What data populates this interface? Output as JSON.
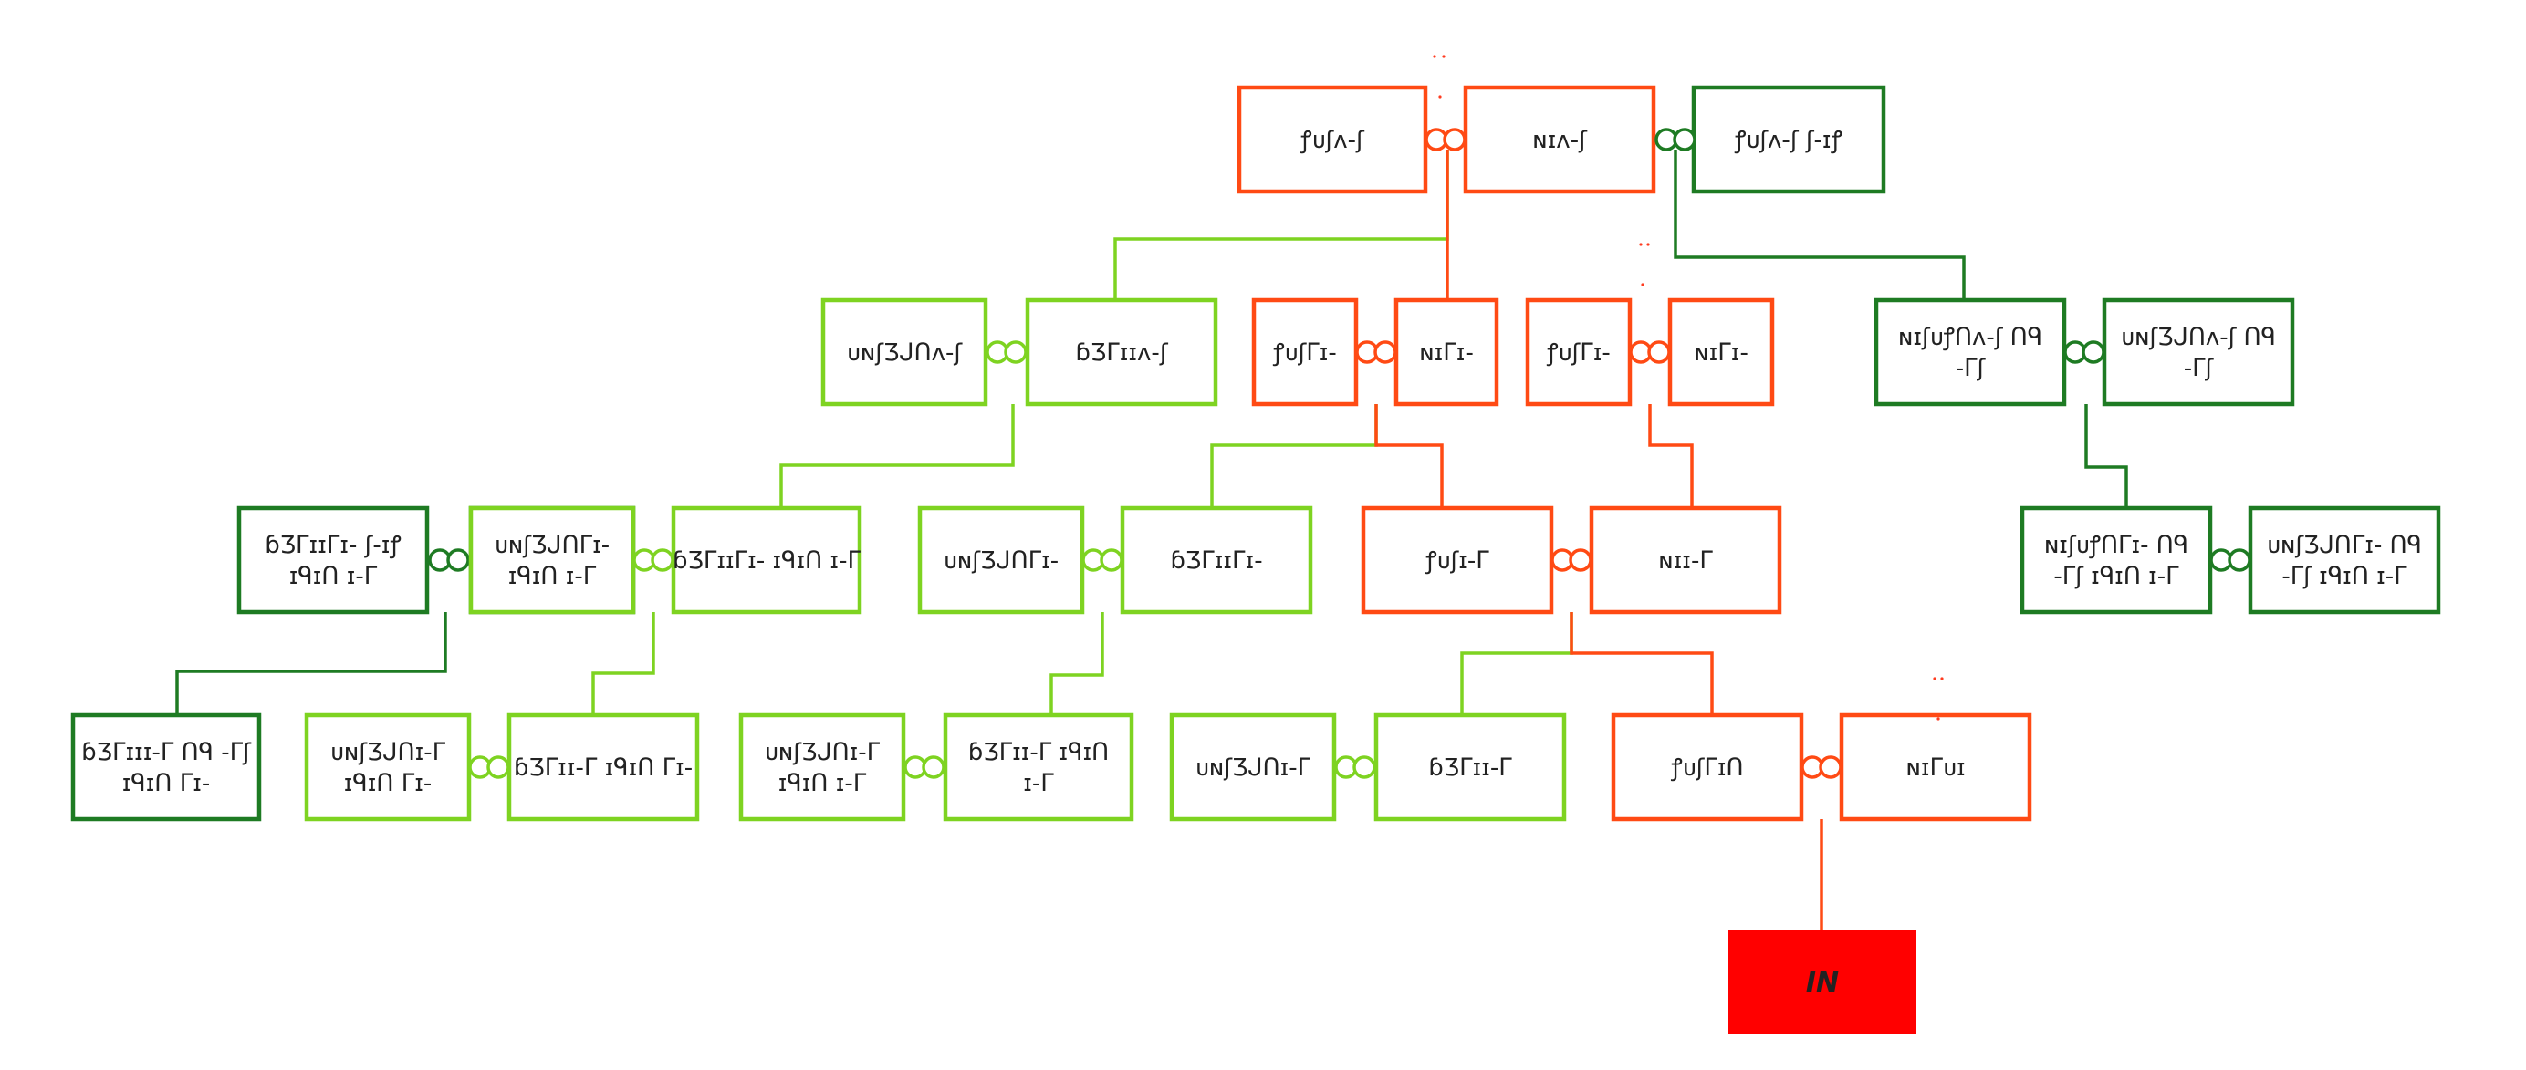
{
  "colors": {
    "red": "#ff4a14",
    "green_light": "#7ed321",
    "green_dark": "#1e7b23",
    "root_fill": "#ff0000",
    "dots": "#ff3b1f"
  },
  "root": {
    "label": "IN"
  },
  "couples": [
    {
      "id": "c0",
      "color": "red",
      "left": "ꝭᴜʃʌ-ʃ",
      "right": "ɴɪʌ-ʃ"
    },
    {
      "id": "c1",
      "color": "green_dark",
      "left": "ɴɪʌ-ʃ",
      "right": "ꝭᴜʃʌ-ʃ ʃ-ɪꝭ"
    },
    {
      "id": "c2",
      "color": "green_light",
      "left": "ᴜɴʃƷᒍᑎʌ-ʃ",
      "right": "ɓƷᒥɪɪʌ-ʃ"
    },
    {
      "id": "c3",
      "color": "red",
      "left": "ꝭᴜʃᒥɪ-",
      "right": "ɴɪᒥɪ-"
    },
    {
      "id": "c4",
      "color": "red",
      "left": "ꝭᴜʃᒥɪ-",
      "right": "ɴɪᒥɪ-"
    },
    {
      "id": "c5",
      "color": "green_dark",
      "left": "ɴɪʃᴜꝭᑎʌ-ʃ ᑎᑫ\n-ᒥʃ",
      "right": "ᴜɴʃƷᒍᑎʌ-ʃ ᑎᑫ\n-ᒥʃ"
    },
    {
      "id": "c6",
      "color": "green_dark",
      "left": "ɓƷᒥɪɪᒥɪ- ʃ-ɪꝭ\nɪᑫɪᑎ ɪ-ᒥ",
      "right": "ᴜɴʃƷᒍᑎᒥɪ-\nɪᑫɪᑎ ɪ-ᒥ"
    },
    {
      "id": "c7",
      "color": "green_light",
      "left": "ᴜɴʃƷᒍᑎᒥɪ-\nɪᑫɪᑎ ɪ-ᒥ",
      "right": "ɓƷᒥɪɪᒥɪ- ɪᑫɪᑎ ɪ-ᒥ"
    },
    {
      "id": "c8",
      "color": "green_light",
      "left": "ᴜɴʃƷᒍᑎᒥɪ-",
      "right": "ɓƷᒥɪɪᒥɪ-"
    },
    {
      "id": "c9",
      "color": "red",
      "left": "ꝭᴜʃɪ-ᒥ",
      "right": "ɴɪɪ-ᒥ"
    },
    {
      "id": "c10",
      "color": "green_dark",
      "left": "ɴɪʃᴜꝭᑎᒥɪ- ᑎᑫ\n-ᒥʃ ɪᑫɪᑎ ɪ-ᒥ",
      "right": "ᴜɴʃƷᒍᑎᒥɪ- ᑎᑫ\n-ᒥʃ ɪᑫɪᑎ ɪ-ᒥ"
    },
    {
      "id": "c11",
      "color": "green_dark",
      "left": "ɓƷᒥɪɪɪ-ᒥ ᑎᑫ -ᒥʃ\nɪᑫɪᑎ ᒥɪ-",
      "right": ""
    },
    {
      "id": "c12",
      "color": "green_light",
      "left": "ᴜɴʃƷᒍᑎɪ-ᒥ\nɪᑫɪᑎ ᒥɪ-",
      "right": "ɓƷᒥɪɪ-ᒥ ɪᑫɪᑎ ᒥɪ-"
    },
    {
      "id": "c13",
      "color": "green_light",
      "left": "ᴜɴʃƷᒍᑎɪ-ᒥ\nɪᑫɪᑎ ɪ-ᒥ",
      "right": "ɓƷᒥɪɪ-ᒥ ɪᑫɪᑎ\nɪ-ᒥ"
    },
    {
      "id": "c14",
      "color": "green_light",
      "left": "ᴜɴʃƷᒍᑎɪ-ᒥ",
      "right": "ɓƷᒥɪɪ-ᒥ"
    },
    {
      "id": "c15",
      "color": "red",
      "left": "ꝭᴜʃᒥɪᑎ",
      "right": "ɴɪᒥᴜɪ"
    }
  ]
}
